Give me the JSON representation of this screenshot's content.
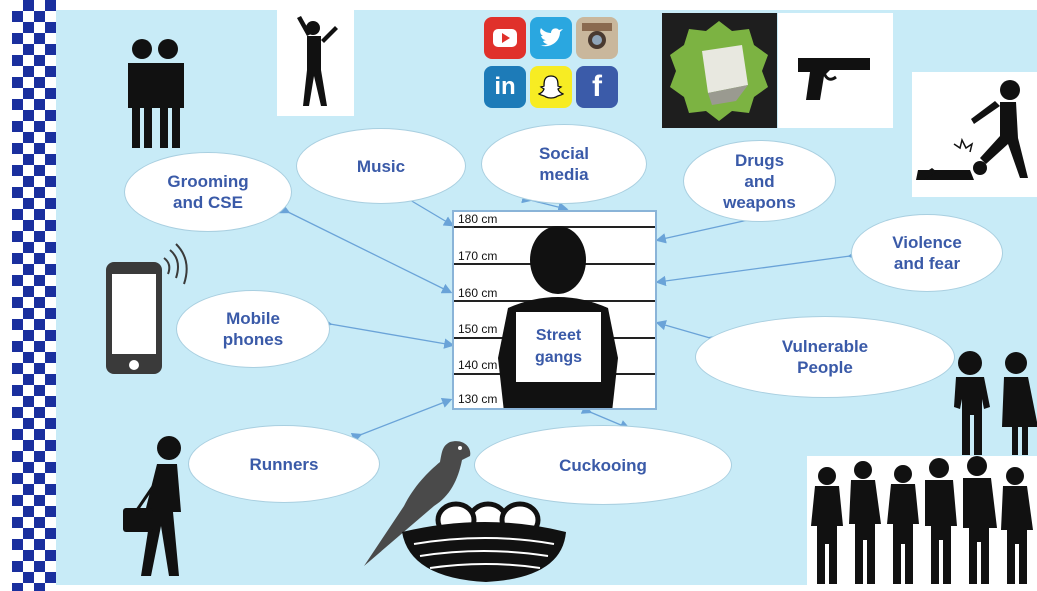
{
  "center": {
    "label": "Street\ngangs"
  },
  "height_chart": {
    "marks": [
      "180 cm",
      "170 cm",
      "160 cm",
      "150 cm",
      "140 cm",
      "130 cm"
    ]
  },
  "nodes": {
    "grooming": "Grooming\nand CSE",
    "music": "Music",
    "social_media": "Social\nmedia",
    "drugs": "Drugs\nand\nweapons",
    "violence": "Violence\nand fear",
    "mobile": "Mobile\nphones",
    "vulnerable": "Vulnerable\nPeople",
    "runners": "Runners",
    "cuckooing": "Cuckooing"
  },
  "social_icons": {
    "youtube": "youtube-icon",
    "twitter": "twitter-icon",
    "instagram": "instagram-icon",
    "linkedin": "in",
    "snapchat": "snapchat-icon",
    "facebook": "f"
  },
  "colors": {
    "background": "#c8ebf7",
    "node_text": "#3a5aa8",
    "arrow": "#6aa3d8",
    "checker": "#1a2f9e"
  }
}
